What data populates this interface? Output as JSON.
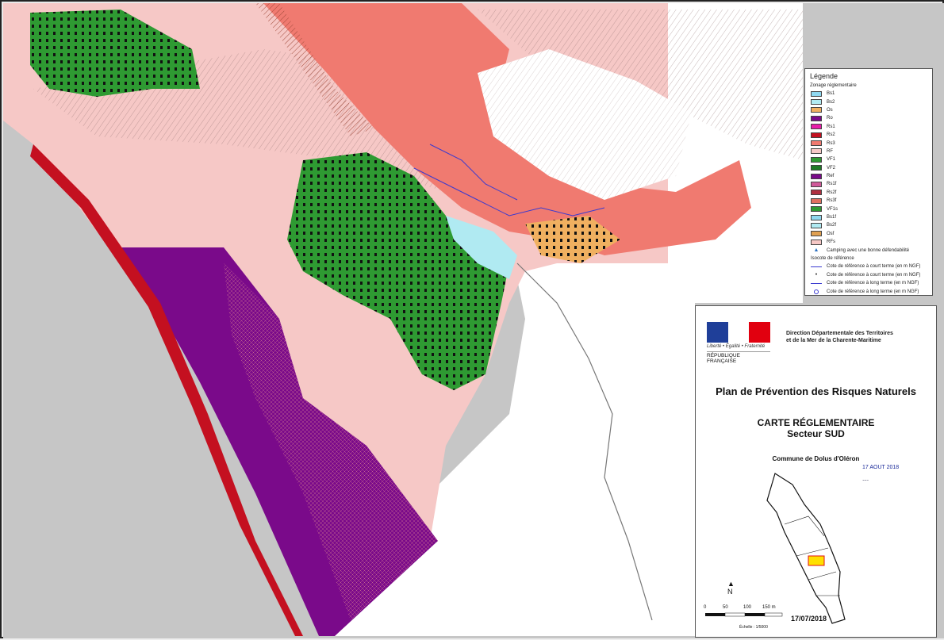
{
  "legend": {
    "title": "Légende",
    "subtitle": "Zonage réglementaire",
    "zones": [
      {
        "code": "Bs1",
        "color": "#8fd8f0"
      },
      {
        "code": "Bs2",
        "color": "#b0eaf2"
      },
      {
        "code": "Os",
        "color": "#f0b060"
      },
      {
        "code": "Ro",
        "color": "#7a0a8a"
      },
      {
        "code": "Rs1",
        "color": "#e81caa"
      },
      {
        "code": "Rs2",
        "color": "#c41020"
      },
      {
        "code": "Rs3",
        "color": "#f07a70"
      },
      {
        "code": "RF",
        "color": "#f6c8c6"
      },
      {
        "code": "VF1",
        "color": "#2e9a32"
      },
      {
        "code": "VF2",
        "color": "#1e7a26"
      },
      {
        "code": "Ref",
        "color": "#7a0a8a"
      },
      {
        "code": "Rs1f",
        "color": "#d05a9a"
      },
      {
        "code": "Rs2f",
        "color": "#b03040"
      },
      {
        "code": "Rs3f",
        "color": "#e07060"
      },
      {
        "code": "VF1s",
        "color": "#2e9a32"
      },
      {
        "code": "Bs1f",
        "color": "#8fd8f0"
      },
      {
        "code": "Bs2f",
        "color": "#b0eaf2"
      },
      {
        "code": "Osf",
        "color": "#e0a050"
      },
      {
        "code": "RFs",
        "color": "#f6c8c6"
      }
    ],
    "camping": "Camping avec une bonne défendabilité",
    "isocote_title": "Isocote de référence",
    "isocotes": [
      "Cote de référence à court terme (en m NGF)",
      "Cote de référence à court terme (en m NGF)",
      "Cote de référence à long terme (en m NGF)",
      "Cote de référence à long terme (en m NGF)"
    ]
  },
  "cartouche": {
    "motto": "Liberté • Égalité • Fraternité",
    "republique": "RÉPUBLIQUE FRANÇAISE",
    "direction_line1": "Direction Départementale des Territoires",
    "direction_line2": "et de la Mer de la Charente-Maritime",
    "plan_title": "Plan de Prévention des Risques Naturels",
    "carte_title": "CARTE RÉGLEMENTAIRE",
    "secteur": "Secteur SUD",
    "commune": "Commune de Dolus d'Oléron",
    "stamp_date": "17 AOUT 2018",
    "date": "17/07/2018",
    "scale_labels": [
      "0",
      "50",
      "100",
      "150 m"
    ],
    "echelle": "Échelle : 1/5000",
    "north": "N"
  },
  "colors": {
    "sea": "#c6c6c6",
    "rf": "#f6c8c6",
    "rs3": "#f07a70",
    "vf": "#2e9a32",
    "ro": "#7a0a8a",
    "rs2": "#c41020",
    "white": "#ffffff"
  }
}
